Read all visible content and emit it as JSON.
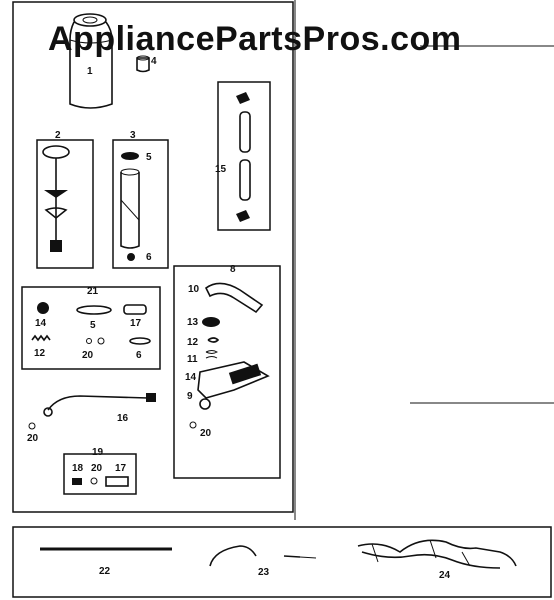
{
  "watermark": "AppliancePartsPros.com",
  "callouts": {
    "c1": "1",
    "c2": "2",
    "c3": "3",
    "c4": "4",
    "c5": "5",
    "c6": "6",
    "c8": "8",
    "c15": "15",
    "c10": "10",
    "c13": "13",
    "c12": "12",
    "c11": "11",
    "c14": "14",
    "c9": "9",
    "c20": "20",
    "k21": "21",
    "k21_14": "14",
    "k21_5": "5",
    "k21_17": "17",
    "k21_12": "12",
    "k21_20": "20",
    "k21_6": "6",
    "wand16": "16",
    "wand20": "20",
    "k19": "19",
    "k19_18": "18",
    "k19_20": "20",
    "k19_17": "17",
    "p22": "22",
    "p23": "23",
    "p24": "24"
  },
  "icons": [
    "tank",
    "cap",
    "pump-assembly",
    "cylinder",
    "carry-strap",
    "wand",
    "shutoff-valve",
    "hose",
    "harness"
  ]
}
